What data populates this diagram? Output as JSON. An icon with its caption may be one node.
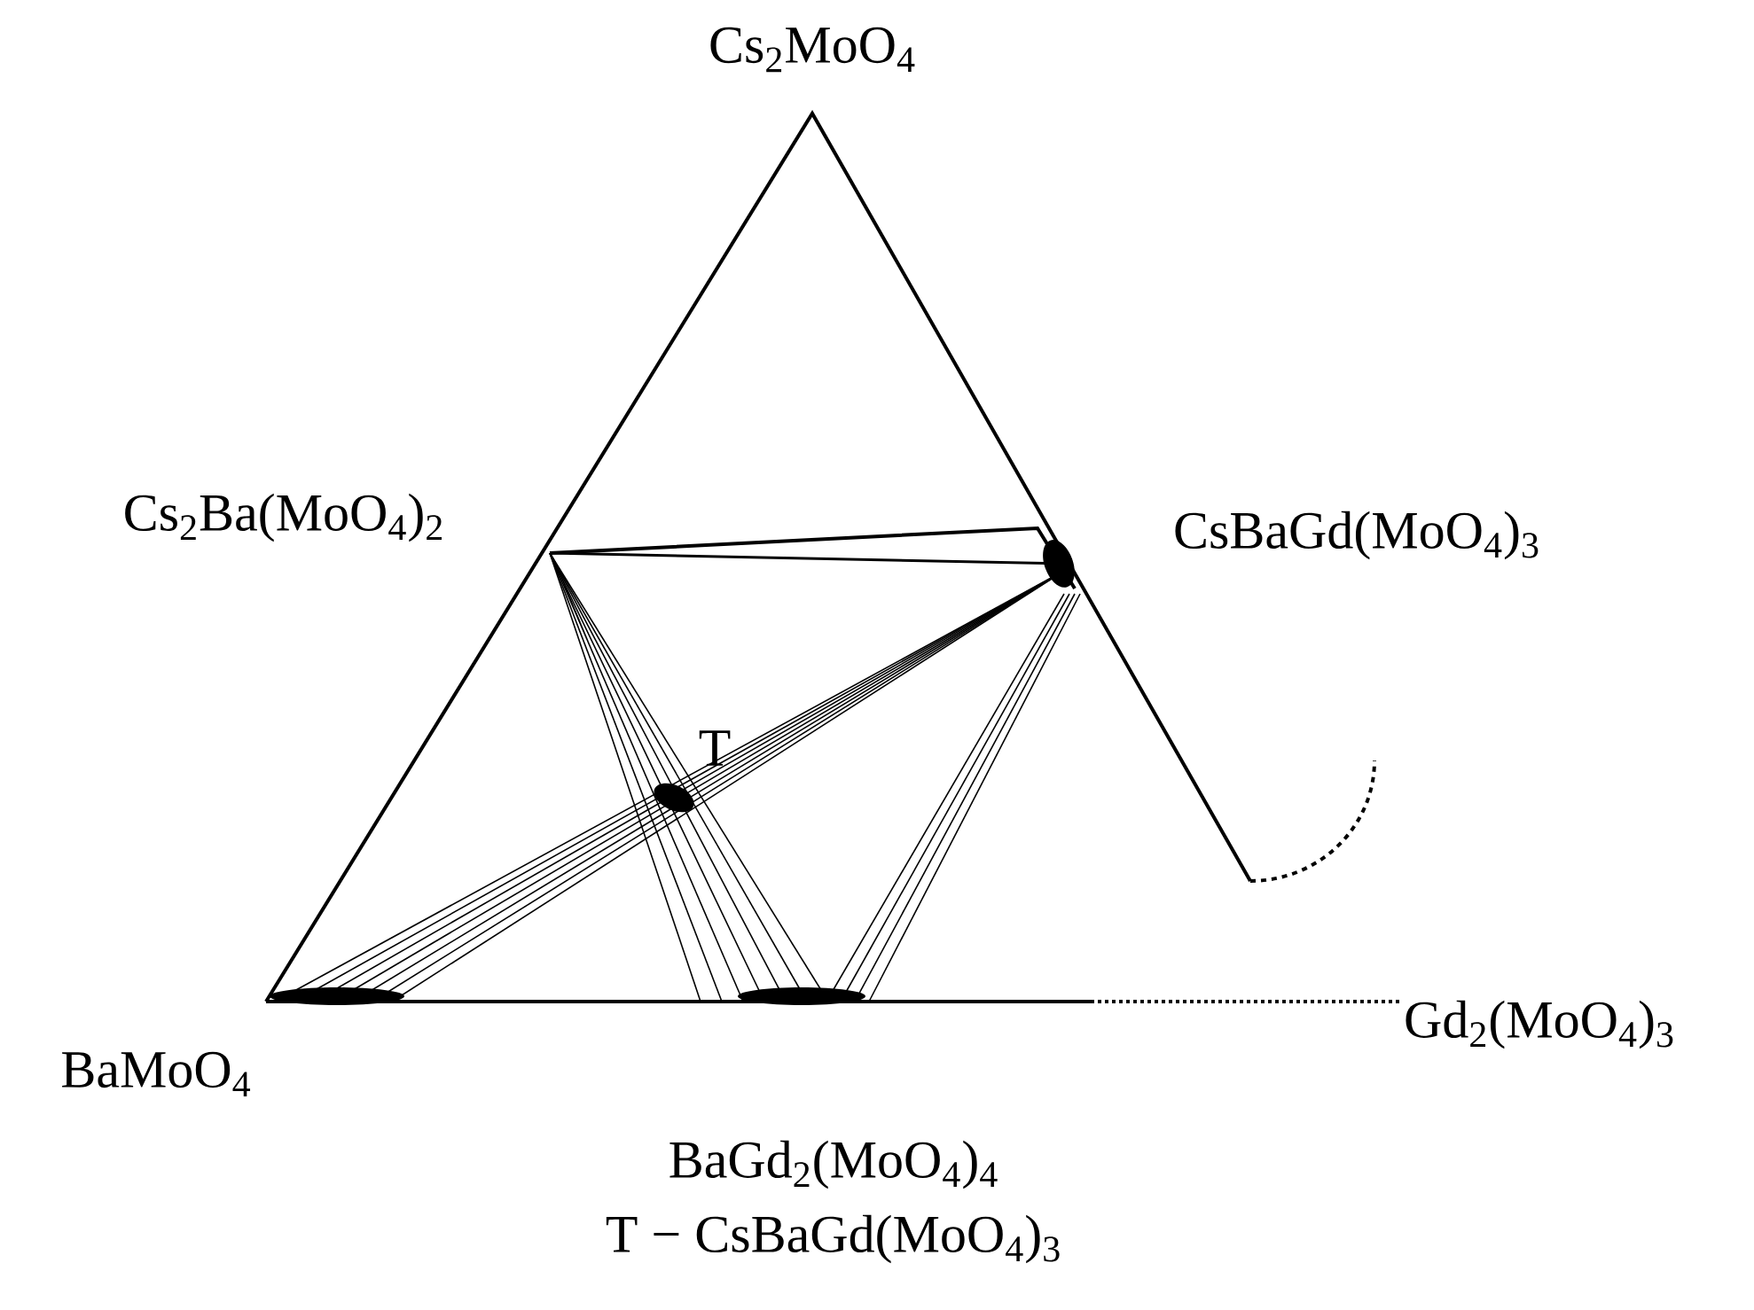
{
  "diagram": {
    "labels": [
      "Cs$_{2}$MoO$_{4}$",
      "Cs$_{2}$Ba(MoO$_{4}$)$_{2}$",
      "CsBaGd(MoO$_{4}$)$_{3}$",
      "T",
      "Gd$_{2}$(MoO$_{4}$)$_{3}$",
      "BaMoO$_{4}$",
      "BaGd$_{2}$(MoO$_{4}$)$_{4}$",
      "T − CsBaGd(MoO$_{4}$)$_{3}$"
    ]
  }
}
